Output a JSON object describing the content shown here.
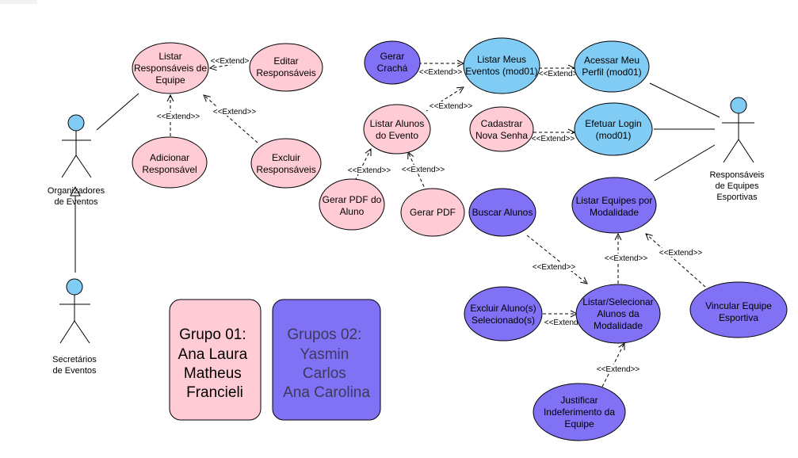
{
  "colors": {
    "pink": "#ffccd6",
    "purple": "#8172f5",
    "cyan": "#80ccf5",
    "stroke": "#000000",
    "group1_text": "#000000",
    "group2_text": "#3a3a5a"
  },
  "actors": {
    "organizadores": [
      "Organizadores",
      "de Eventos"
    ],
    "secretarios": [
      "Secretários",
      "de Eventos"
    ],
    "responsaveis": [
      "Responsáveis",
      "de Equipes",
      "Esportivas"
    ]
  },
  "use_cases": {
    "listar_responsaveis": [
      "Listar",
      "Responsáveis de",
      "Equipe"
    ],
    "editar_responsaveis": [
      "Editar",
      "Responsáveis"
    ],
    "adicionar_responsavel": [
      "Adicionar",
      "Responsável"
    ],
    "excluir_responsaveis": [
      "Excluir",
      "Responsáveis"
    ],
    "gerar_cracha": [
      "Gerar",
      "Crachá"
    ],
    "listar_meus_eventos": [
      "Listar Meus",
      "Eventos (mod01)"
    ],
    "acessar_meu_perfil": [
      "Acessar Meu",
      "Perfil (mod01)"
    ],
    "listar_alunos_evento": [
      "Listar Alunos",
      "do Evento"
    ],
    "cadastrar_nova_senha": [
      "Cadastrar",
      "Nova Senha"
    ],
    "efetuar_login": [
      "Efetuar Login",
      "(mod01)"
    ],
    "gerar_pdf_aluno": [
      "Gerar PDF do",
      "Aluno"
    ],
    "gerar_pdf": [
      "Gerar PDF"
    ],
    "buscar_alunos": [
      "Buscar Alunos"
    ],
    "listar_equipes_modalidade": [
      "Listar Equipes por",
      "Modalidade"
    ],
    "excluir_alunos_selecionados": [
      "Excluir Aluno(s)",
      "Selecionado(s)"
    ],
    "listar_selecionar_alunos": [
      "Listar/Selecionar",
      "Alunos da",
      "Modalidade"
    ],
    "vincular_equipe": [
      "Vincular Equipe",
      "Esportiva"
    ],
    "justificar_indeferimento": [
      "Justificar",
      "Indeferimento da",
      "Equipe"
    ]
  },
  "extend_label_short": "<<Extend>",
  "extend_label": "<<Extend>>",
  "groups": {
    "group1": [
      "Grupo 01:",
      "Ana Laura",
      "Matheus",
      "Francieli"
    ],
    "group2": [
      "Grupos 02:",
      "Yasmin",
      "Carlos",
      "Ana Carolina"
    ]
  }
}
